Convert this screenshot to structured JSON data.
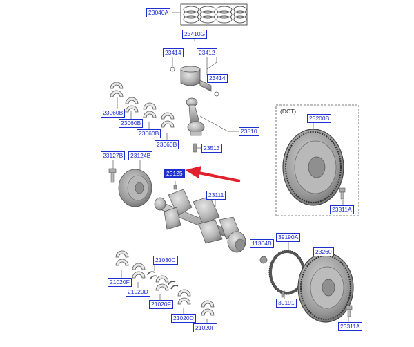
{
  "diagram": {
    "dct_label": "(DCT)",
    "callouts": {
      "c23040A": "23040A",
      "c23410G": "23410G",
      "c23414a": "23414",
      "c23412": "23412",
      "c23414b": "23414",
      "c23060Ba": "23060B",
      "c23060Bb": "23060B",
      "c23060Bc": "23060B",
      "c23060Bd": "23060B",
      "c23510": "23510",
      "c23513": "23513",
      "c23127B": "23127B",
      "c23124B": "23124B",
      "c23125": "23125",
      "c23111": "23111",
      "c23200B": "23200B",
      "c23311Aa": "23311A",
      "c11304B": "11304B",
      "c39190A": "39190A",
      "c23260": "23260",
      "c39191": "39191",
      "c23311Ab": "23311A",
      "c21030C": "21030C",
      "c21020Fa": "21020F",
      "c21020Da": "21020D",
      "c21020Fb": "21020F",
      "c21020Db": "21020D",
      "c21020Fc": "21020F"
    },
    "colors": {
      "callout_border": "#1d2fd0",
      "callout_highlight": "#1d2fd0",
      "arrow": "#e0202a",
      "leader_line": "#555555",
      "part_gray": "#a9a9a9"
    }
  }
}
